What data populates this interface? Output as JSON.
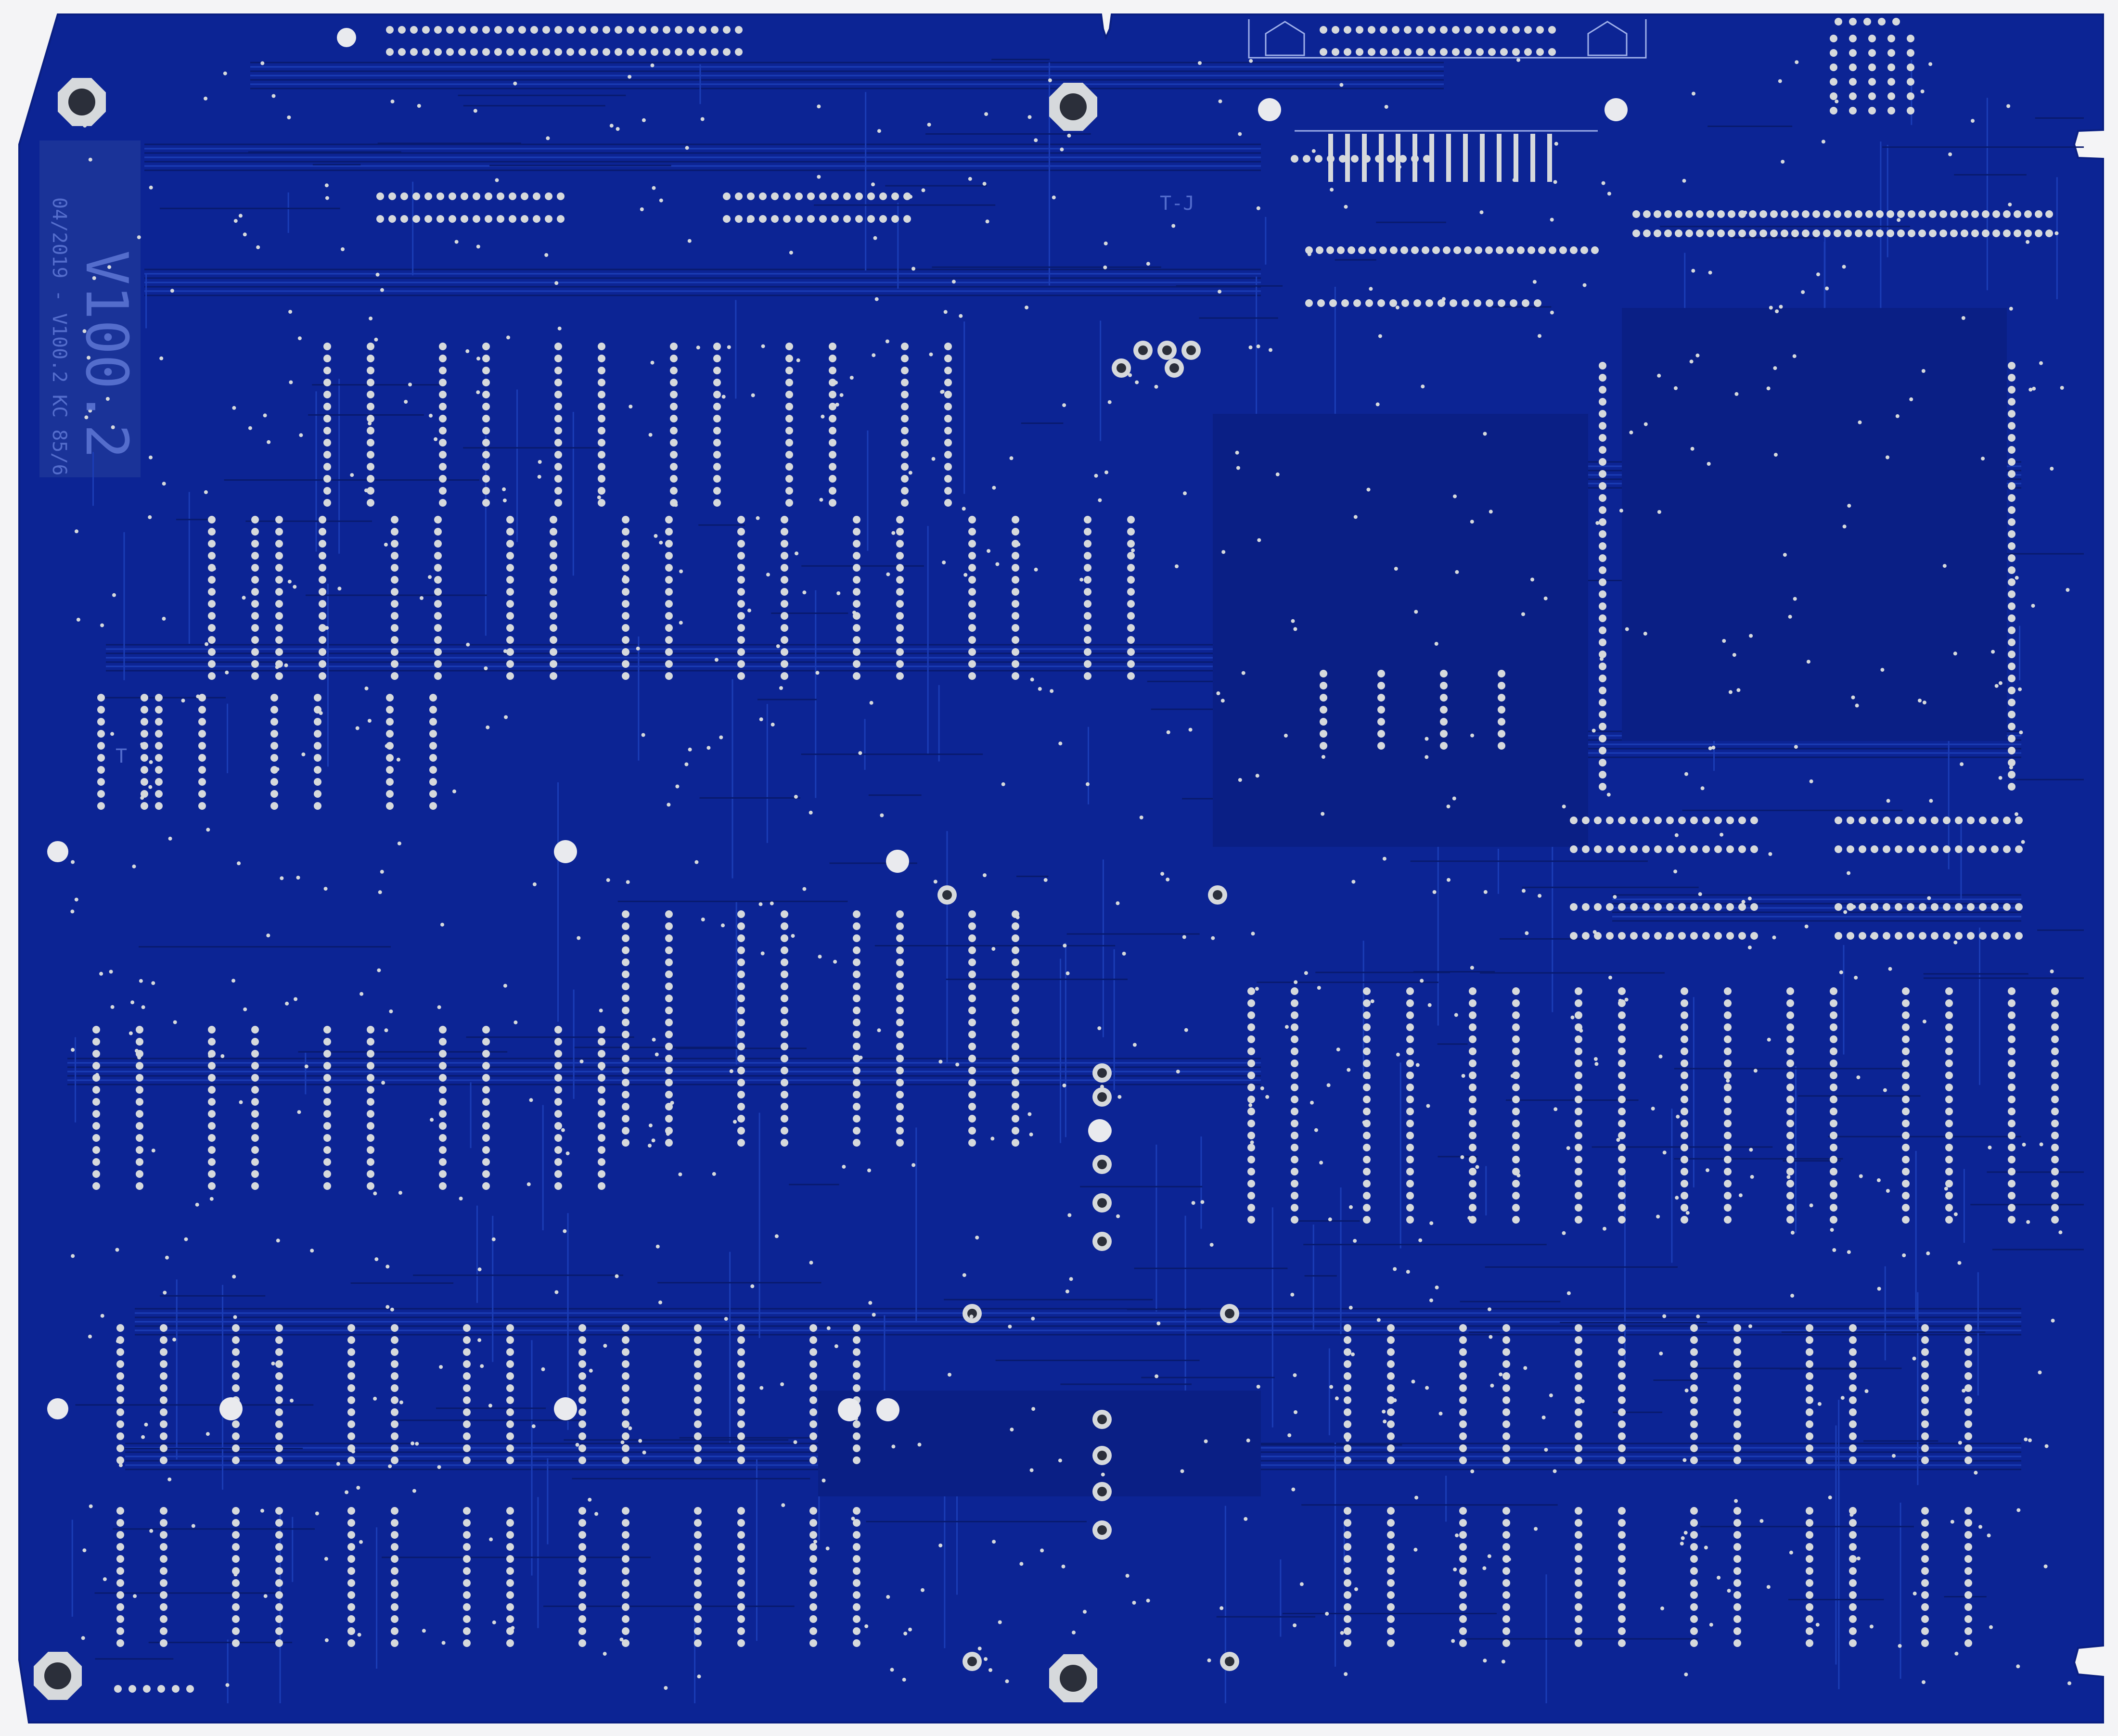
{
  "colors": {
    "background": "#f4f4f6",
    "board": "#0c2494",
    "board_edge": "#0a1f82",
    "trace": "#1b3db6",
    "trace_dark": "#081a6e",
    "pad": "#d6d9dc",
    "hole": "#2b2f3a",
    "silkscreen": "#6a82dc",
    "label_block": "#1a3398"
  },
  "silkscreen": {
    "version": "V100.2",
    "date_line": "04/2019 - V100.2",
    "code": "KC 85/6",
    "jumper_mark": "T-J",
    "mark_a": "T"
  }
}
